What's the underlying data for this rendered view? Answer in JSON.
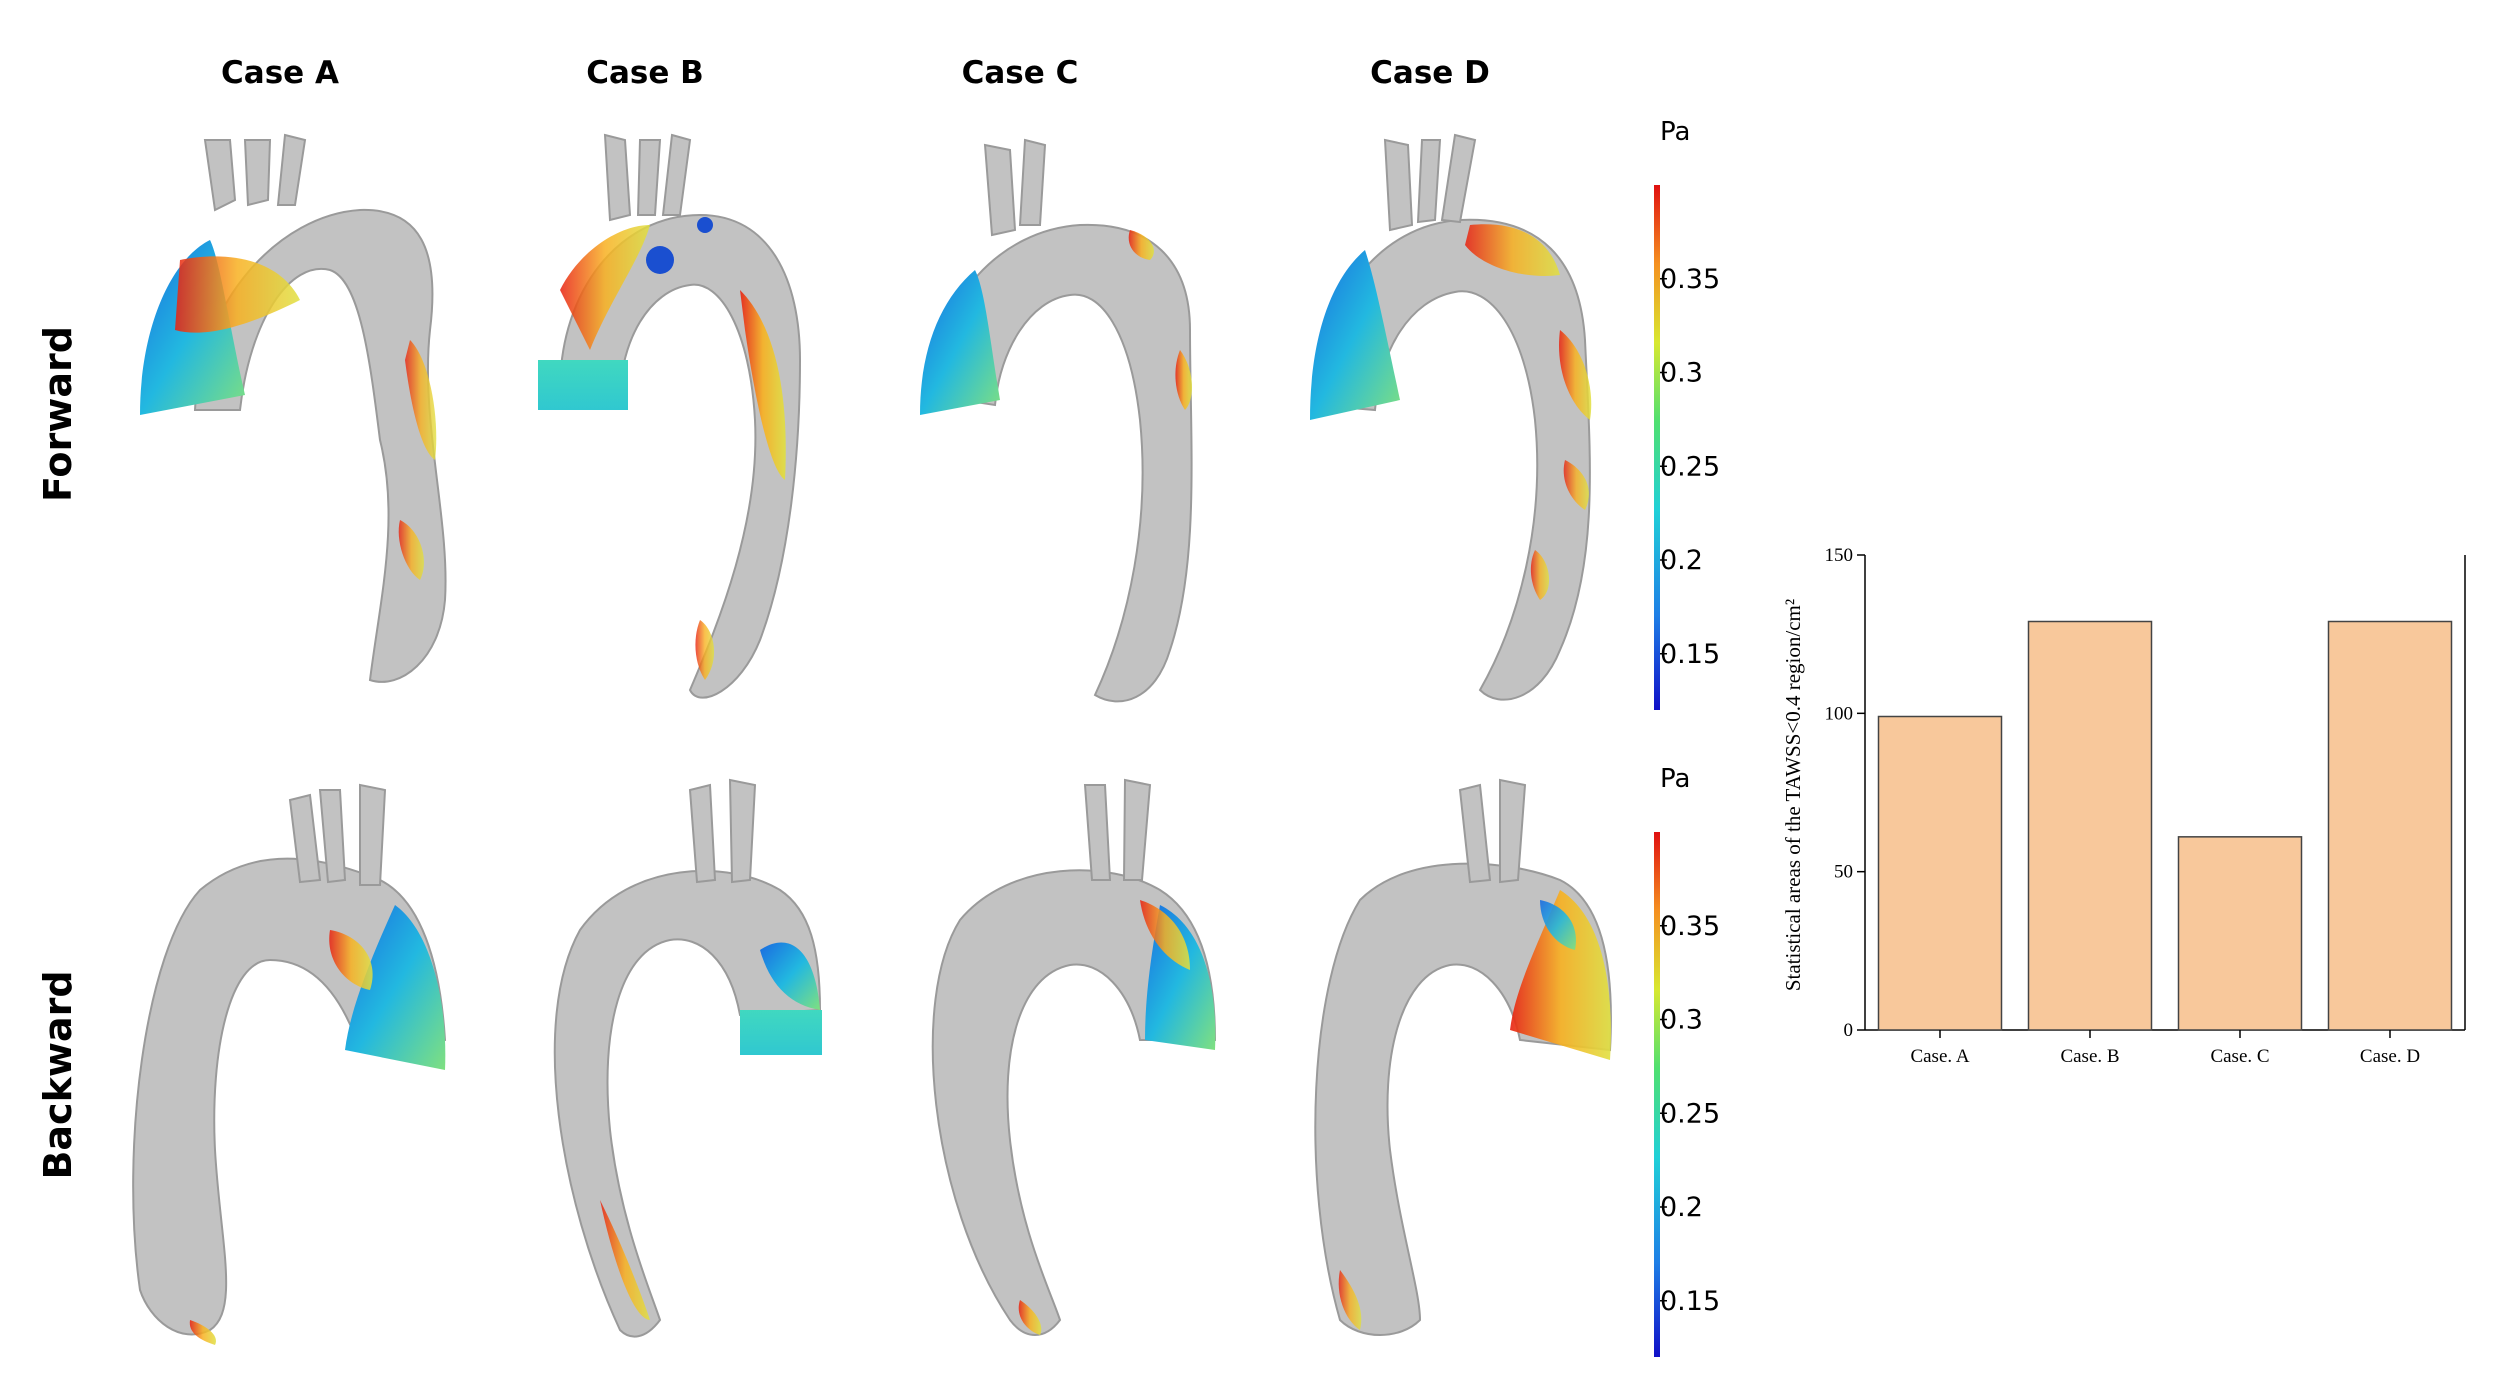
{
  "columns": [
    "Case A",
    "Case B",
    "Case C",
    "Case D"
  ],
  "rows": [
    "Forward",
    "Backward"
  ],
  "colorbar": {
    "unit": "Pa",
    "ticks": [
      "0.35",
      "0.3",
      "0.25",
      "0.2",
      "0.15"
    ],
    "tick_values": [
      0.35,
      0.3,
      0.25,
      0.2,
      0.15
    ],
    "range": [
      0.12,
      0.4
    ]
  },
  "colors": {
    "bar_fill": "#f8c89b",
    "bar_stroke": "#444444",
    "vessel": "#c2c2c2"
  },
  "chart_data": {
    "type": "bar",
    "categories": [
      "Case. A",
      "Case. B",
      "Case. C",
      "Case. D"
    ],
    "values": [
      99,
      129,
      61,
      129
    ],
    "ylabel": "Statistical areas of the TAWSS<0.4  region/cm²",
    "xlabel": "",
    "ylim": [
      0,
      150
    ],
    "yticks": [
      "0",
      "50",
      "100",
      "150"
    ],
    "grid": false,
    "legend": "none"
  }
}
